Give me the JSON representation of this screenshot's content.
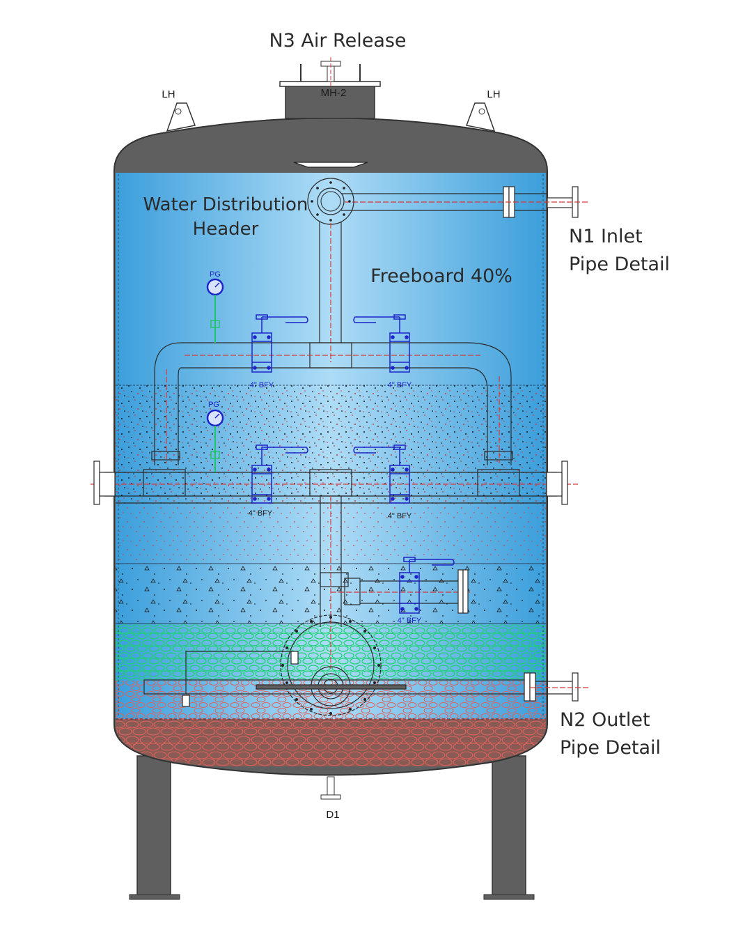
{
  "labels": {
    "air_release": "N3 Air Release",
    "manhole": "MH-2",
    "lift_left": "LH",
    "lift_right": "LH",
    "distribution_header_line1": "Water Distribution",
    "distribution_header_line2": "Header",
    "freeboard": "Freeboard 40%",
    "inlet_line1": "N1 Inlet",
    "inlet_line2": "Pipe Detail",
    "outlet_line1": "N2 Outlet",
    "outlet_line2": "Pipe Detail",
    "drain": "D1",
    "gauge_upper": "PG",
    "gauge_lower": "PG",
    "valve_1": "4\" BFY",
    "valve_2": "4\" BFY",
    "valve_3": "4\" BFY",
    "valve_4": "4\" BFY",
    "valve_5": "4\" BFY"
  },
  "colors": {
    "shell": "#5f5f5f",
    "water_dark": "#3d9fdc",
    "water_light": "#a9daf5",
    "pipe_blue": "#1d24c8",
    "gravel_green": "#22c46a",
    "base_gravel": "#8a5a55"
  }
}
